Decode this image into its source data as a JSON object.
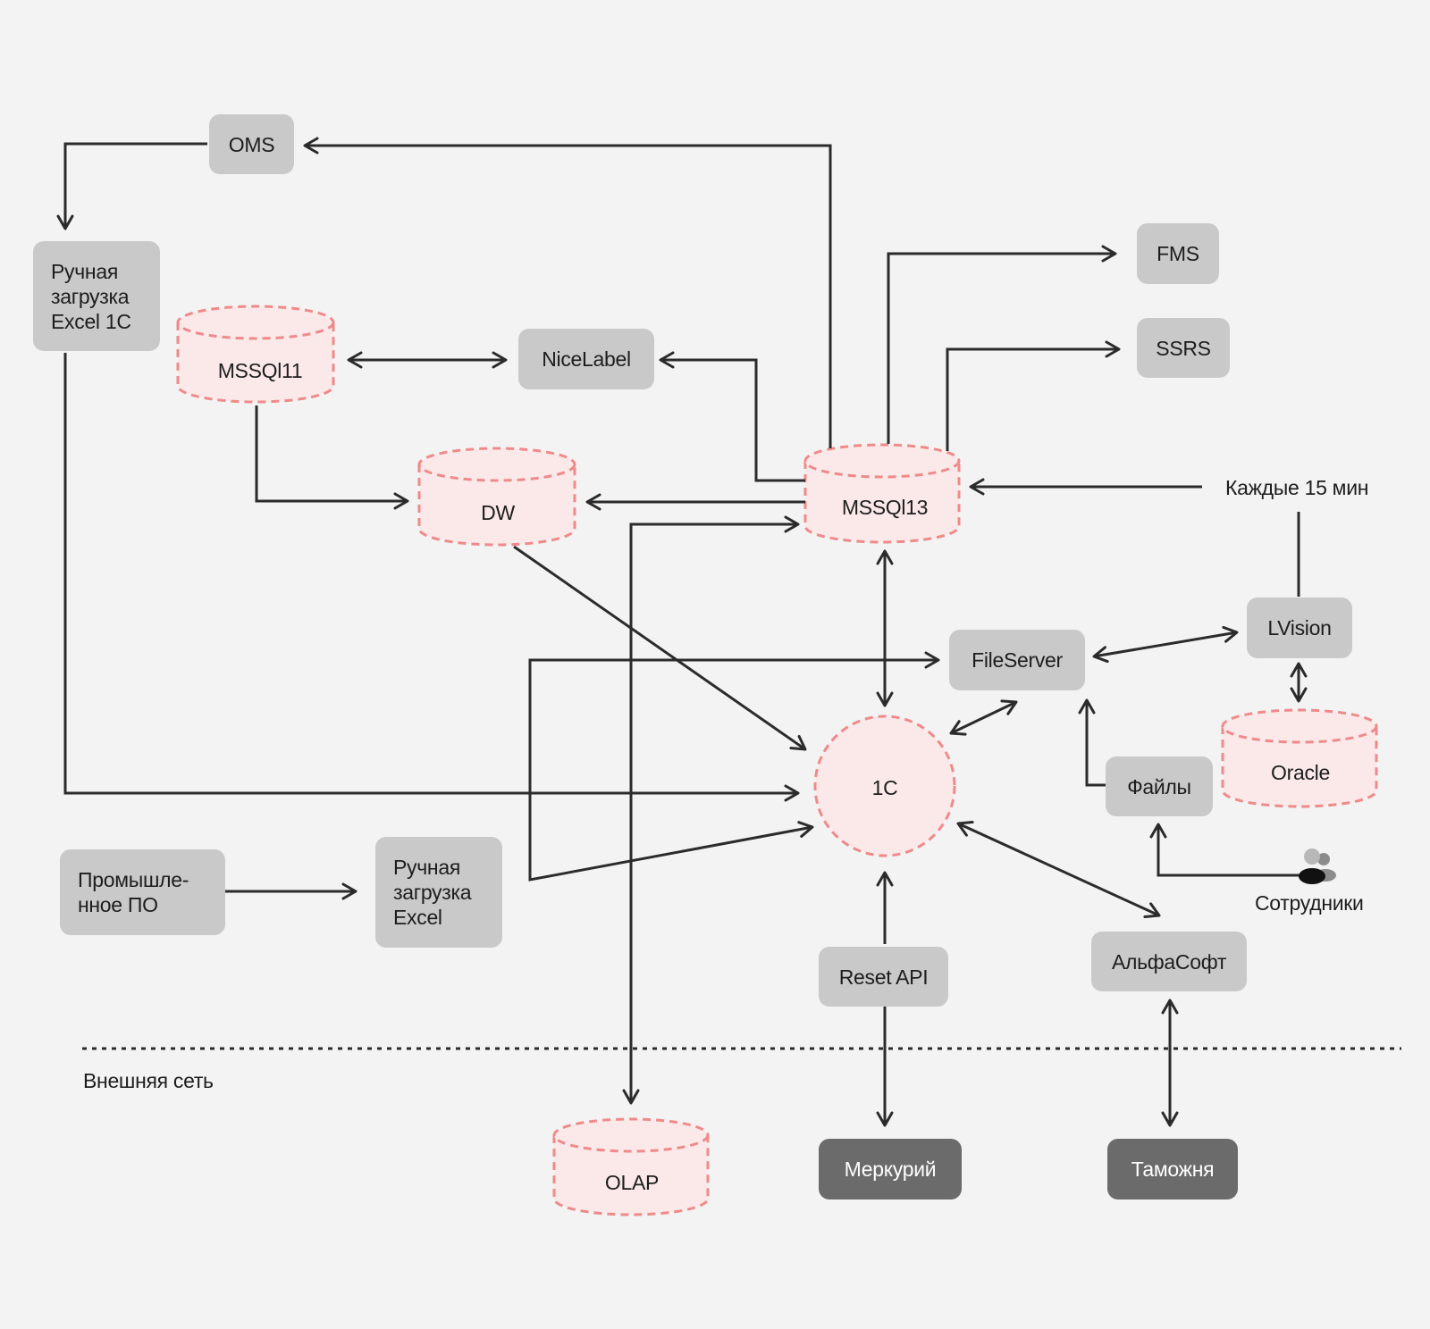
{
  "nodes": {
    "oms": "OMS",
    "manual_excel_1c": "Ручная\nзагрузка\nExcel 1С",
    "nicelabel": "NiceLabel",
    "fms": "FMS",
    "ssrs": "SSRS",
    "fileserver": "FileServer",
    "lvision": "LVision",
    "files": "Файлы",
    "industrial_sw": "Промышле-\nнное ПО",
    "manual_excel": "Ручная\nзагрузка\nExcel",
    "reset_api": "Reset API",
    "alfasoft": "АльфаСофт",
    "mercury": "Меркурий",
    "customs": "Таможня"
  },
  "databases": {
    "mssql11": "MSSQl11",
    "dw": "DW",
    "mssql13": "MSSQl13",
    "oracle": "Oracle",
    "olap": "OLAP",
    "onec": "1С"
  },
  "labels": {
    "every_15_min": "Каждые 15 мин",
    "employees": "Сотрудники",
    "external_network": "Внешняя сеть"
  },
  "icons": {
    "employees": "people-icon"
  },
  "colors": {
    "background": "#f3f3f3",
    "node_fill": "#c9c9c9",
    "node_dark_fill": "#6b6b6b",
    "db_fill": "#fbe9e9",
    "db_stroke": "#ef8a8a",
    "line": "#2b2b2b"
  }
}
